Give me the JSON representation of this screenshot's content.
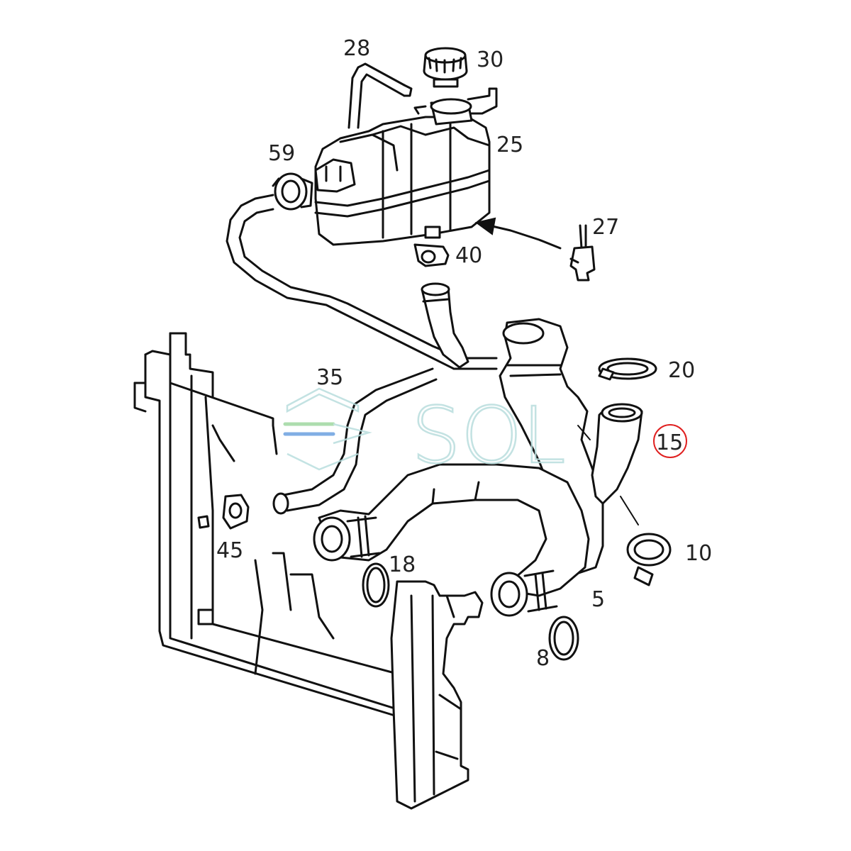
{
  "diagram": {
    "callouts": {
      "c28": "28",
      "c30": "30",
      "c25": "25",
      "c59": "59",
      "c27": "27",
      "c40": "40",
      "c20": "20",
      "c35": "35",
      "c15": "15",
      "c45": "45",
      "c10": "10",
      "c18": "18",
      "c5": "5",
      "c8": "8"
    },
    "highlighted_callout": "15",
    "colors": {
      "line": "#111111",
      "highlight_ring": "#e02020",
      "watermark": "#b9dede",
      "watermark_accent_green": "#9fd8a0",
      "watermark_accent_blue": "#6aa0e0"
    }
  },
  "watermark": {
    "text": "SOL"
  }
}
